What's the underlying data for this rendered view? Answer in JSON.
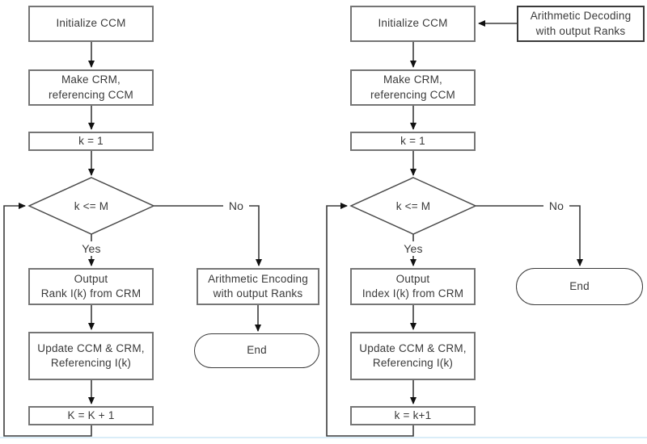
{
  "encoder": {
    "init": "Initialize CCM",
    "make_crm": "Make CRM,\nreferencing CCM",
    "k_init": "k = 1",
    "decision": "k <= M",
    "yes_label": "Yes",
    "no_label": "No",
    "output": "Output\nRank I(k) from CRM",
    "update": "Update CCM & CRM,\nReferencing I(k)",
    "increment": "K = K + 1",
    "arithmetic": "Arithmetic Encoding\nwith output Ranks",
    "end": "End"
  },
  "decoder": {
    "init": "Initialize CCM",
    "arithmetic": "Arithmetic Decoding\nwith output Ranks",
    "make_crm": "Make CRM,\nreferencing CCM",
    "k_init": "k = 1",
    "decision": "k <= M",
    "yes_label": "Yes",
    "no_label": "No",
    "output": "Output\nIndex I(k) from CRM",
    "update": "Update CCM & CRM,\nReferencing I(k)",
    "increment": "k = k+1",
    "end": "End"
  },
  "colors": {
    "box_border": "#757575",
    "connector_line": "#3c3c3c",
    "arrowhead": "#111111",
    "text": "#3a3a3a",
    "bottom_rule": "#daedf8"
  }
}
